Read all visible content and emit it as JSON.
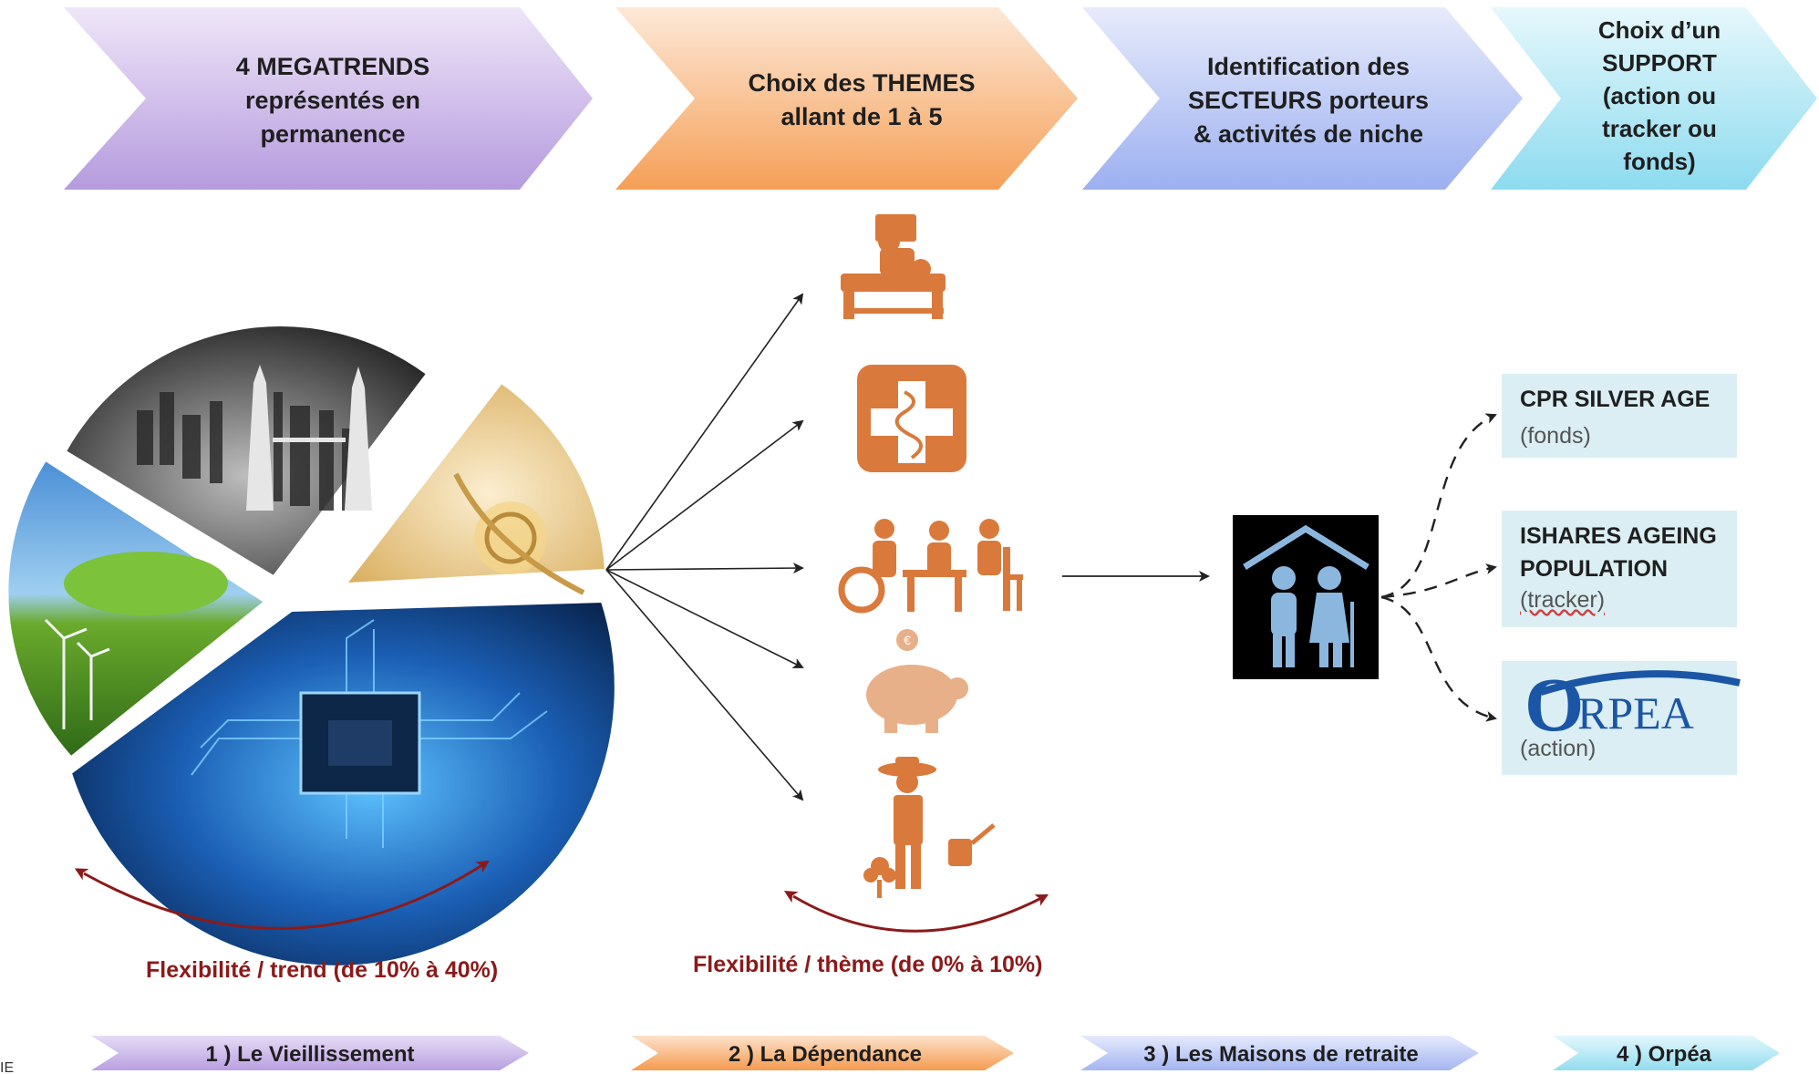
{
  "header_steps": [
    {
      "text": "4 MEGATRENDS\nreprésentés en\npermanence",
      "color_top": "#e8dcf5",
      "color_bottom": "#b79fde"
    },
    {
      "text": "Choix des THEMES\nallant de 1 à 5",
      "color_top": "#fde6d3",
      "color_bottom": "#f6a25c"
    },
    {
      "text": "Identification des\nSECTEURS porteurs\n& activités de niche",
      "color_top": "#e3e8fb",
      "color_bottom": "#9db0f1"
    },
    {
      "text": "Choix d’un\nSUPPORT\n(action ou\ntracker ou\nfonds)",
      "color_top": "#e2f7fc",
      "color_bottom": "#8fdcf0"
    }
  ],
  "theme_icons": [
    {
      "icon": "hospital-bed-icon"
    },
    {
      "icon": "pharmacy-cross-icon"
    },
    {
      "icon": "wheelchair-table-icon"
    },
    {
      "icon": "piggy-bank-icon"
    },
    {
      "icon": "gardener-icon"
    }
  ],
  "sector_icon": "elderly-couple-house-icon",
  "supports": [
    {
      "name": "CPR SILVER AGE",
      "type": "(fonds)"
    },
    {
      "name": "ISHARES AGEING\nPOPULATION",
      "type": "(tracker)"
    },
    {
      "name": "ORPEA",
      "logo_rest": "RPEA",
      "logo_initial": "O",
      "type": "(action)"
    }
  ],
  "flex_labels": {
    "trend": "Flexibilité / trend (de 10% à 40%)",
    "theme": "Flexibilité / thème (de 0% à 10%)"
  },
  "bottom_labels": [
    {
      "text": "1 ) Le Vieillissement",
      "color": "#c7b2e8"
    },
    {
      "text": "2 ) La Dépendance",
      "color": "#f7ac6c"
    },
    {
      "text": "3 ) Les Maisons de retraite",
      "color": "#b4c3f5"
    },
    {
      "text": "4 ) Orpéa",
      "color": "#a6e4f3"
    }
  ],
  "corner_mark": "IE",
  "colors": {
    "icon_orange": "#d97a3c",
    "arrow_dark": "#222222",
    "flex_red": "#8b1a1a"
  }
}
